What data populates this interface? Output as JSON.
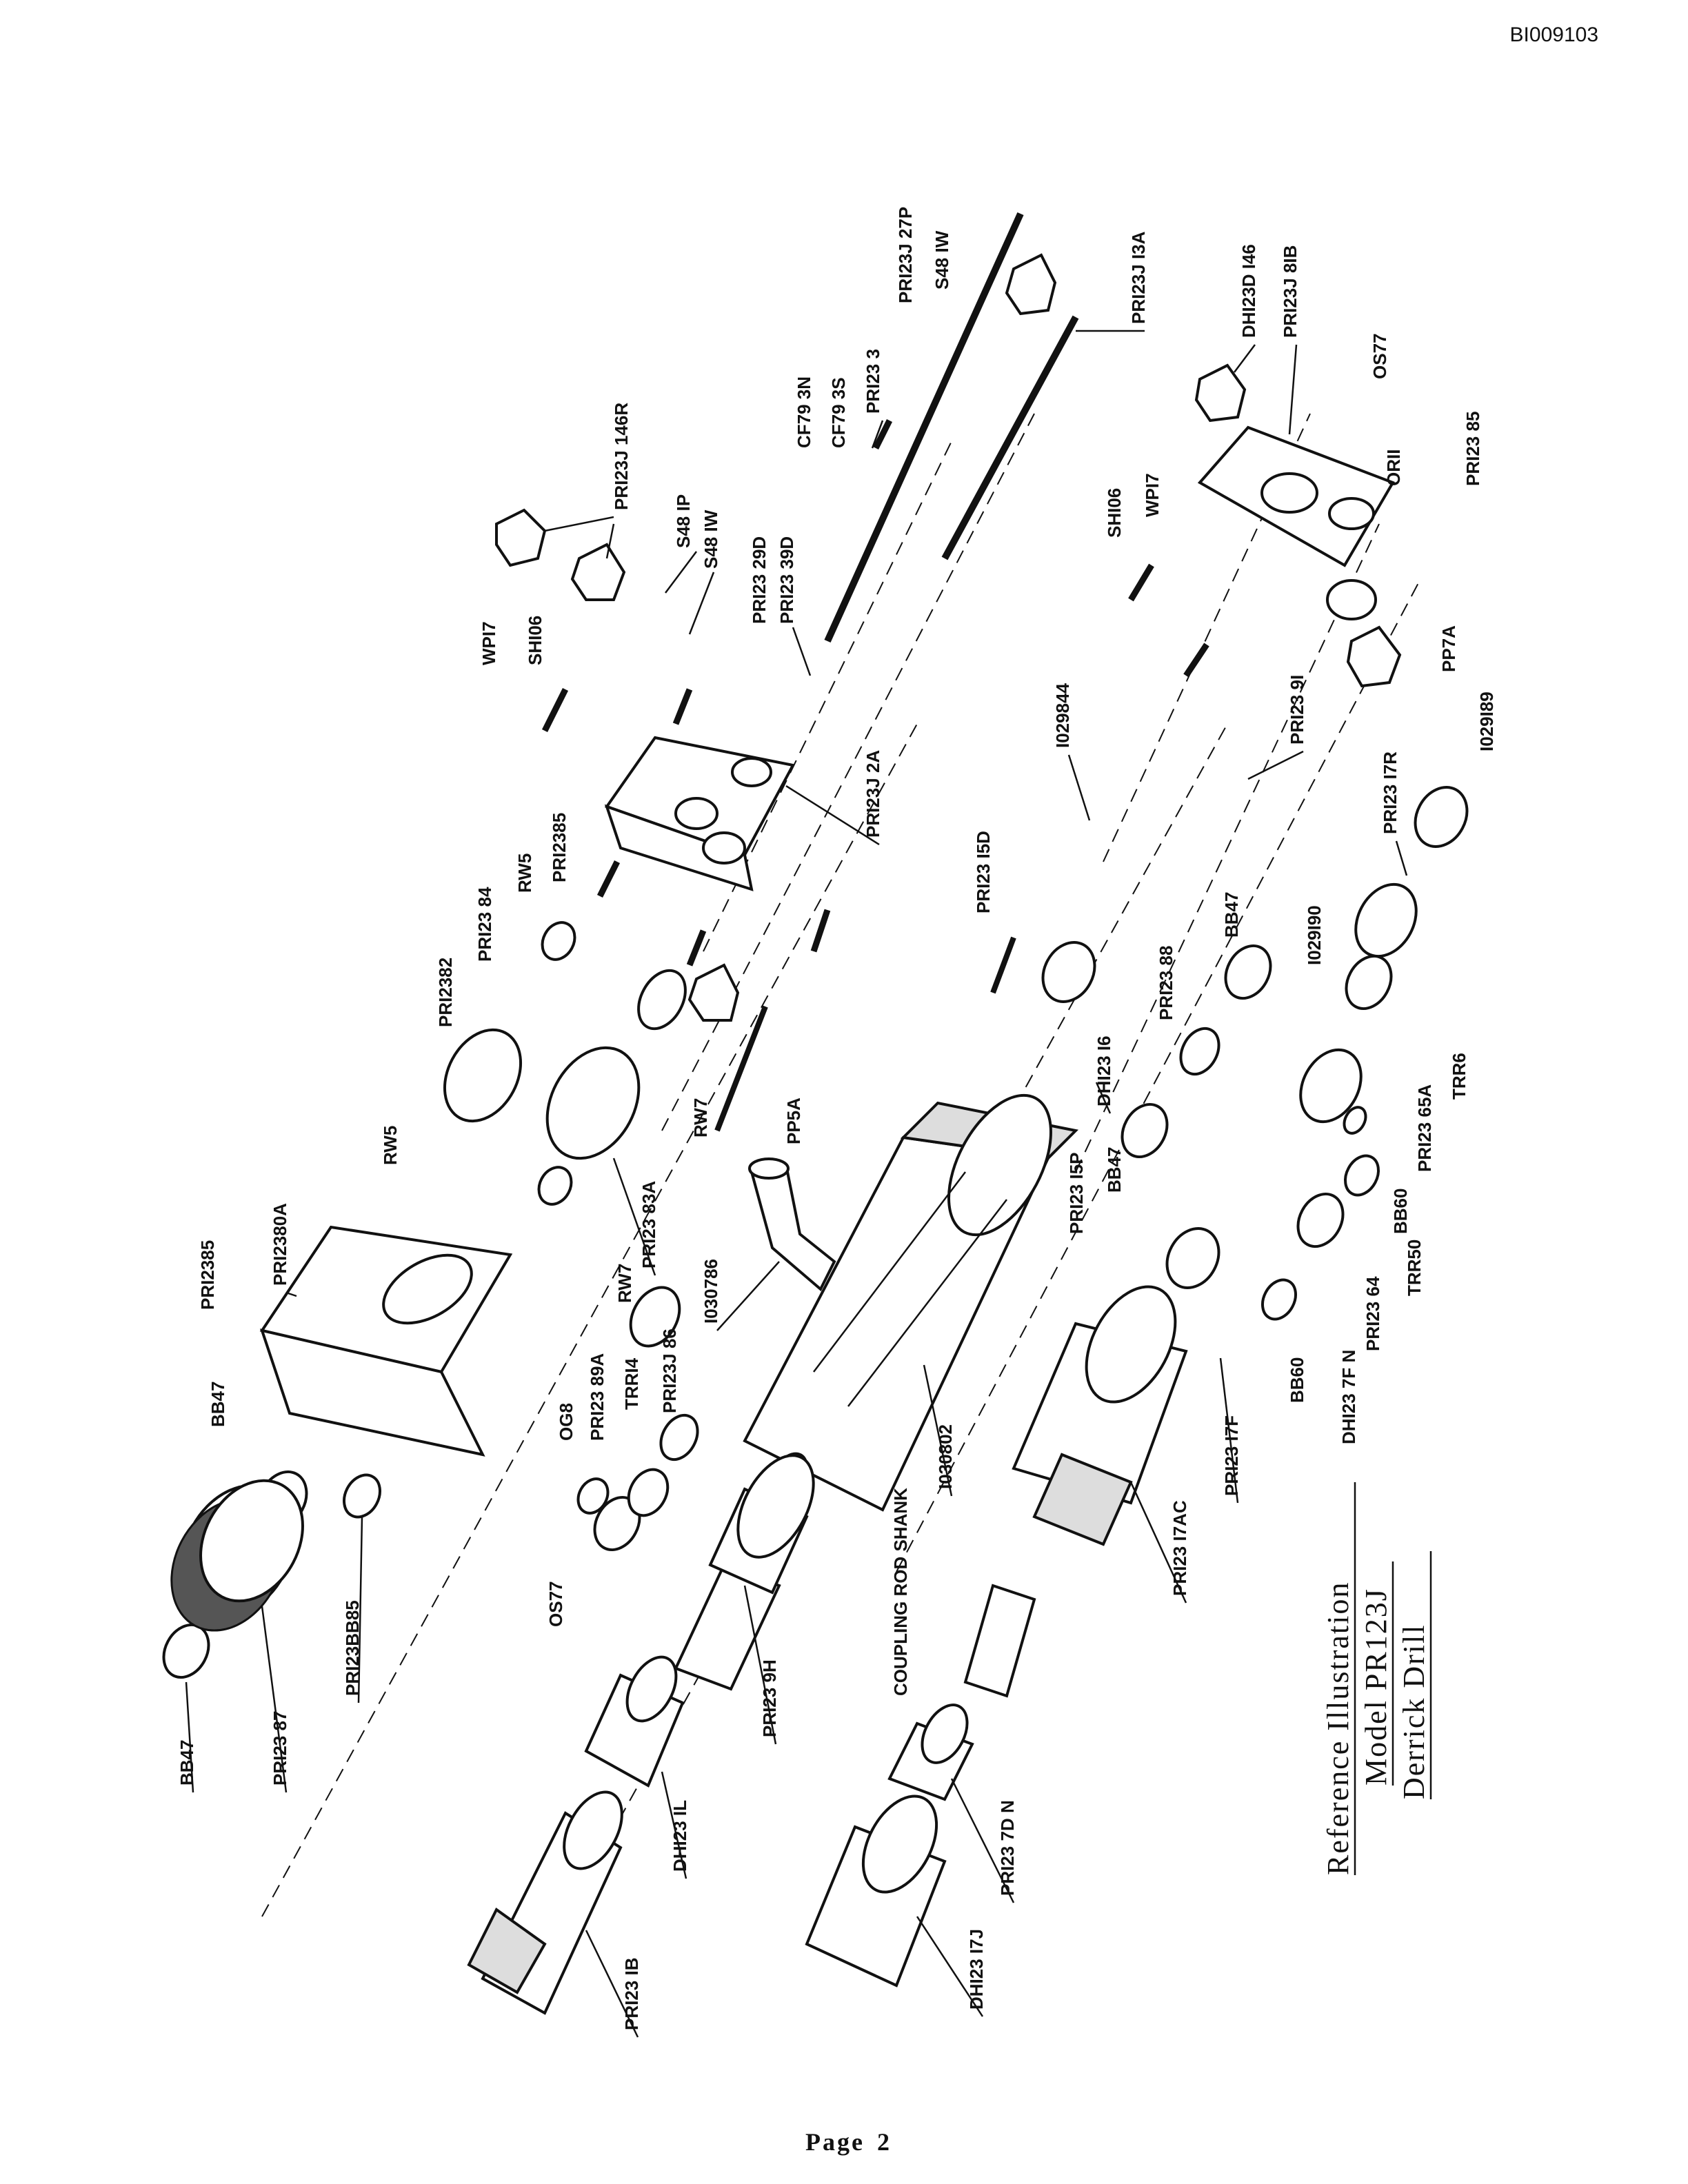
{
  "document": {
    "id": "BI009103",
    "page_label": "Page",
    "page_number": "2"
  },
  "title": {
    "line1": "Reference Illustration",
    "line2": "Model PR123J",
    "line3": "Derrick Drill"
  },
  "labels": {
    "pri23j_146r": "PRI23J 146R",
    "s48_1p": "S48 IP",
    "s48_1w_a": "S48 IW",
    "wp17_a": "WPI7",
    "sh106_a": "SHI06",
    "pri23_29d": "PRI23 29D",
    "pri23_39d": "PRI23 39D",
    "cf79_3n": "CF79 3N",
    "cf79_3s": "CF79 3S",
    "pri23_3": "PRI23 3",
    "pri23j_27p": "PRI23J 27P",
    "s48_1w_b": "S48 IW",
    "pri23j_13a": "PRI23J I3A",
    "dhi23d_146": "DHI23D I46",
    "pri23j_81b": "PRI23J 8IB",
    "os77_a": "OS77",
    "or11": "ORII",
    "pri23_85_a": "PRI23 85",
    "sh106_b": "SHI06",
    "wp17_b": "WPI7",
    "pp7a": "PP7A",
    "pri23_91": "PRI23 9I",
    "d1029844": "I029844",
    "pri23_17r": "PRI23 I7R",
    "d1029189": "I029I89",
    "pri23j_2a": "PRI23J 2A",
    "pri2385_a": "PRI2385",
    "rw5_a": "RW5",
    "pri23_84": "PRI23 84",
    "pri2382": "PRI2382",
    "pri23_15d": "PRI23 I5D",
    "bb47_a": "BB47",
    "d1029190": "I029I90",
    "pri23_88": "PRI23 88",
    "dhi23_16": "DHI23 I6",
    "trr6": "TRR6",
    "pri23_65a": "PRI23 65A",
    "bb60_a": "BB60",
    "trr50": "TRR50",
    "pri23_64": "PRI23 64",
    "dhi23_7f_n": "DHI23 7F N",
    "bb60_b": "BB60",
    "pri23_17f": "PRI23 I7F",
    "pri23_17ac": "PRI23 I7AC",
    "pri23_15p": "PRI23 I5P",
    "bb47_b": "BB47",
    "pp5a": "PP5A",
    "rw7_a": "RW7",
    "rw5_b": "RW5",
    "pri2385_b": "PRI2385",
    "pri2380a": "PRI2380A",
    "rw7_b": "RW7",
    "pri23_83a": "PRI23 83A",
    "d1030786": "I030786",
    "pri23j_86": "PRI23J 86",
    "trr14": "TRRI4",
    "pri23_89a": "PRI23 89A",
    "og8": "OG8",
    "bb47_c": "BB47",
    "d1030802": "I030802",
    "os77_b": "OS77",
    "pri23bb85": "PRI23BB85",
    "bb47_d": "BB47",
    "pri23_87": "PRI23 87",
    "coupling": "COUPLING ROD SHANK",
    "pri23_9h": "PRI23 9H",
    "dhi23_1l": "DHI23 IL",
    "pri23_1b": "PRI23 IB",
    "pri23_7d_n": "PRI23 7D N",
    "dhi23_17j": "DHI23 I7J"
  }
}
